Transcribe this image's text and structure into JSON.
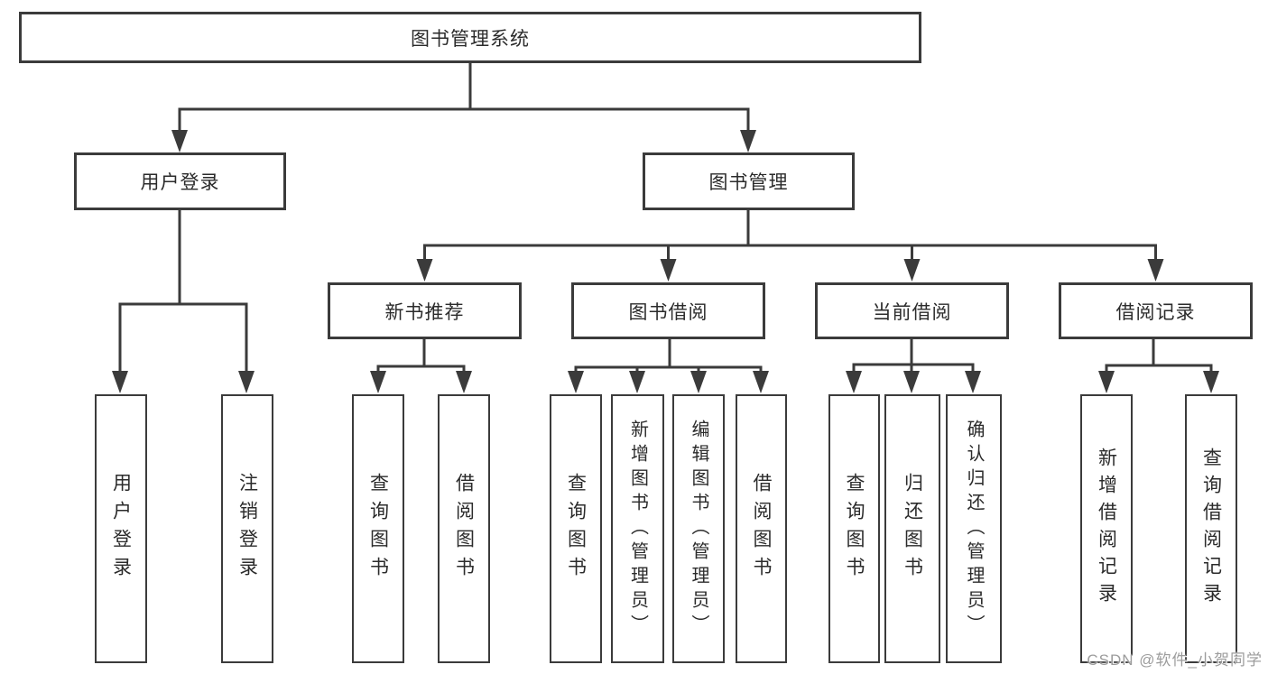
{
  "diagram": {
    "title_hint": "library management system function structure diagram",
    "root": {
      "label": "图书管理系统"
    },
    "branches": [
      {
        "label": "用户登录",
        "leaves": [
          {
            "label": "用户登录"
          },
          {
            "label": "注销登录"
          }
        ]
      },
      {
        "label": "图书管理",
        "groups": [
          {
            "label": "新书推荐",
            "leaves": [
              {
                "label": "查询图书"
              },
              {
                "label": "借阅图书"
              }
            ]
          },
          {
            "label": "图书借阅",
            "leaves": [
              {
                "label": "查询图书"
              },
              {
                "label": "新增图书（管理员）"
              },
              {
                "label": "编辑图书（管理员）"
              },
              {
                "label": "借阅图书"
              }
            ]
          },
          {
            "label": "当前借阅",
            "leaves": [
              {
                "label": "查询图书"
              },
              {
                "label": "归还图书"
              },
              {
                "label": "确认归还（管理员）"
              }
            ]
          },
          {
            "label": "借阅记录",
            "leaves": [
              {
                "label": "新增借阅记录"
              },
              {
                "label": "查询借阅记录"
              }
            ]
          }
        ]
      }
    ]
  },
  "watermark": {
    "text": "CSDN @软件_小贺同学"
  },
  "colors": {
    "line": "#3b3b3b",
    "box_border": "#3b3b3b",
    "text": "#2b2b2b",
    "watermark_text": "#9c9c9c",
    "background": "#ffffff"
  }
}
